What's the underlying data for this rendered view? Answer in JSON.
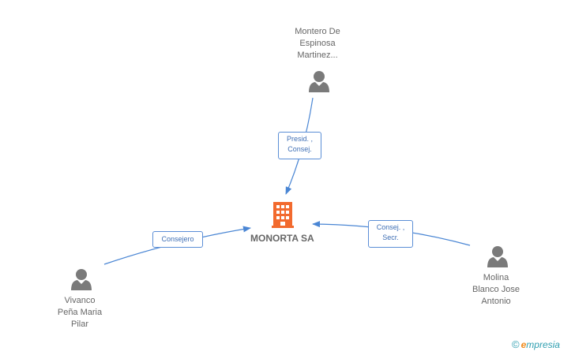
{
  "company": {
    "name": "MONORTA SA",
    "icon": "building-icon",
    "color": "#f26a2e"
  },
  "persons": [
    {
      "id": "montero",
      "lines": [
        "Montero De",
        "Espinosa",
        "Martinez..."
      ],
      "icon": "person-icon"
    },
    {
      "id": "vivanco",
      "lines": [
        "Vivanco",
        "Peña Maria",
        "Pilar"
      ],
      "icon": "person-icon"
    },
    {
      "id": "molina",
      "lines": [
        "Molina",
        "Blanco Jose",
        "Antonio"
      ],
      "icon": "person-icon"
    }
  ],
  "relations": [
    {
      "from": "montero",
      "lines": [
        "Presid. ,",
        "Consej."
      ]
    },
    {
      "from": "vivanco",
      "lines": [
        "Consejero"
      ]
    },
    {
      "from": "molina",
      "lines": [
        "Consej. ,",
        "Secr."
      ]
    }
  ],
  "edge_color": "#4a86d4",
  "brand": {
    "copyright": "©",
    "e": "e",
    "rest": "mpresia"
  }
}
